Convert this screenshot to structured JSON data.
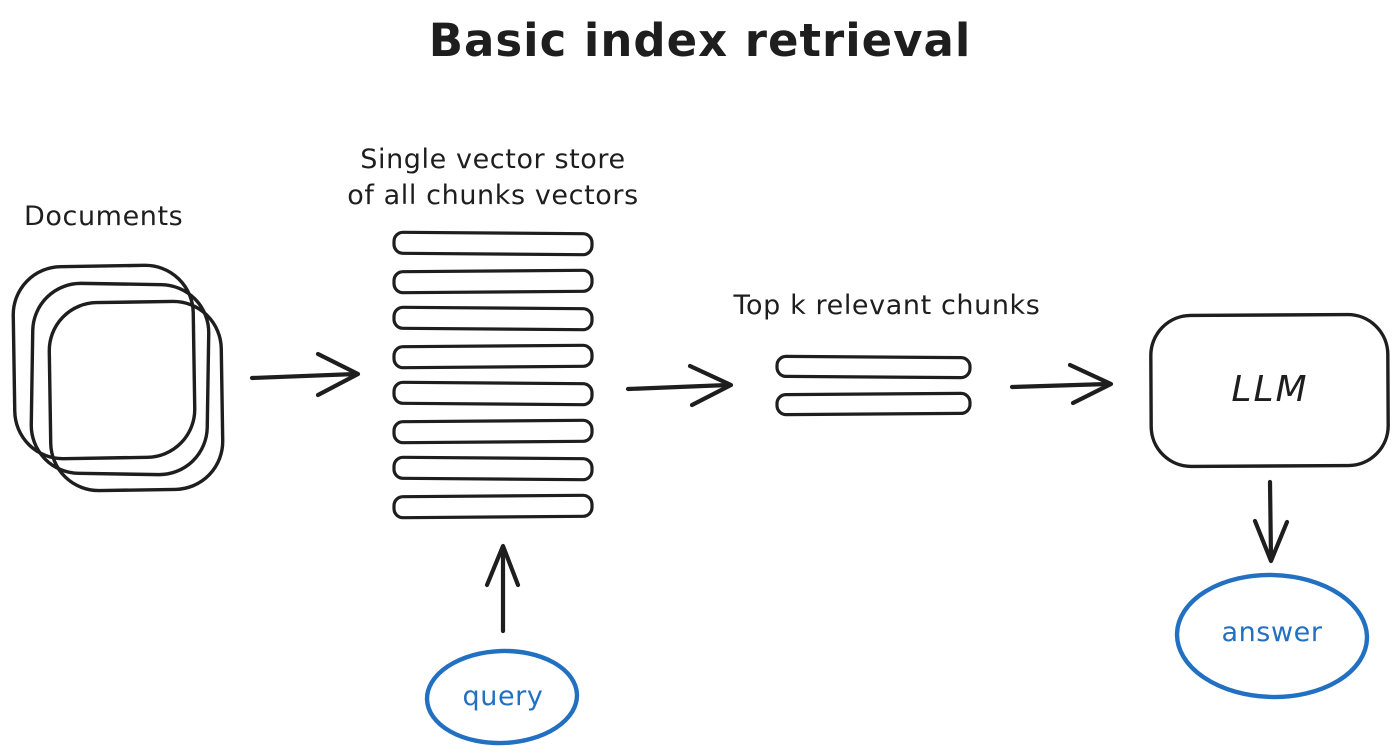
{
  "title": "Basic index retrieval",
  "colors": {
    "ink": "#1e1e1e",
    "accent_blue": "#2170c2",
    "background": "#ffffff"
  },
  "nodes": {
    "documents": {
      "label": "Documents",
      "doc_count": 3
    },
    "vector_store": {
      "label_line1": "Single vector store",
      "label_line2": "of all chunks vectors",
      "chunk_count": 8
    },
    "top_k_chunks": {
      "label": "Top k relevant chunks",
      "chunk_count": 2
    },
    "llm": {
      "label": "LLM"
    },
    "query": {
      "label": "query"
    },
    "answer": {
      "label": "answer"
    }
  }
}
